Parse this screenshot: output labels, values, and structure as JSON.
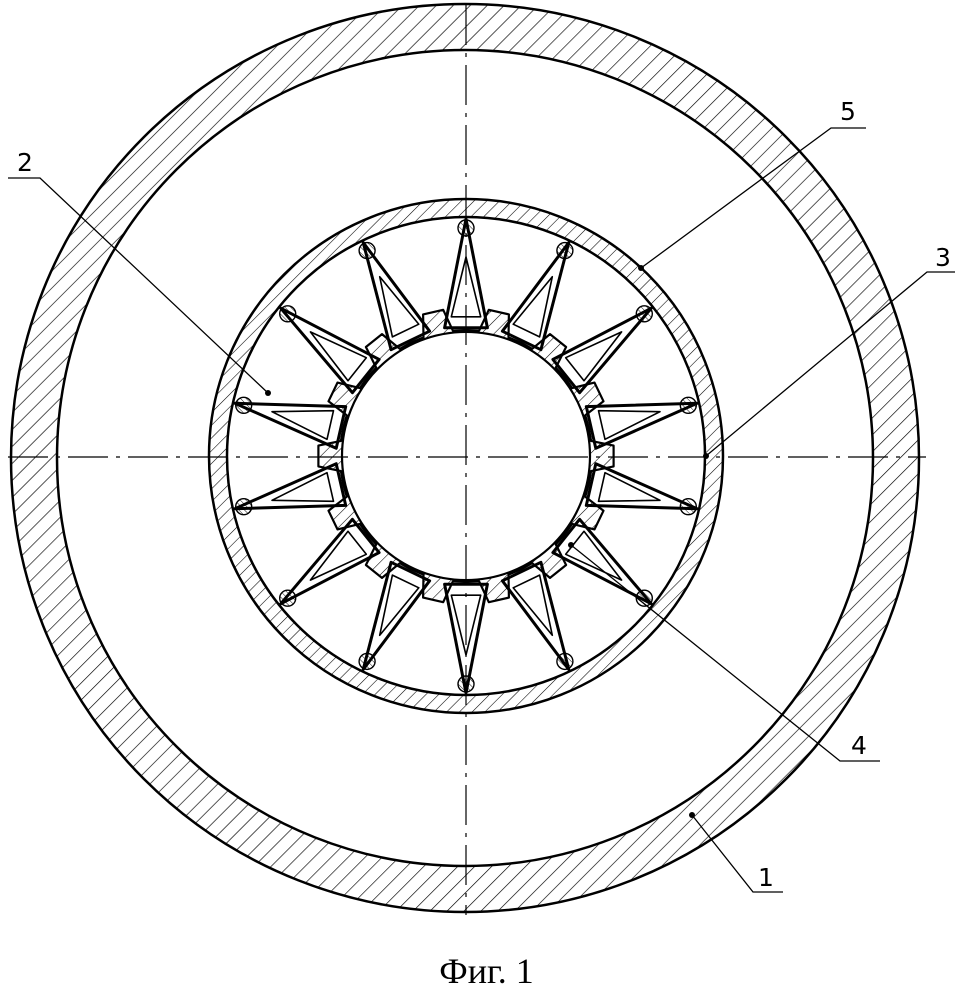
{
  "figure": {
    "caption": "Фиг. 1",
    "callouts": [
      {
        "number": "1",
        "part": "outer casing"
      },
      {
        "number": "2",
        "part": "annular cavity"
      },
      {
        "number": "3",
        "part": "rib"
      },
      {
        "number": "4",
        "part": "central hub"
      },
      {
        "number": "5",
        "part": "inner shell"
      }
    ],
    "rib_count": 14,
    "colors": {
      "line": "#000000",
      "background": "#ffffff"
    }
  }
}
